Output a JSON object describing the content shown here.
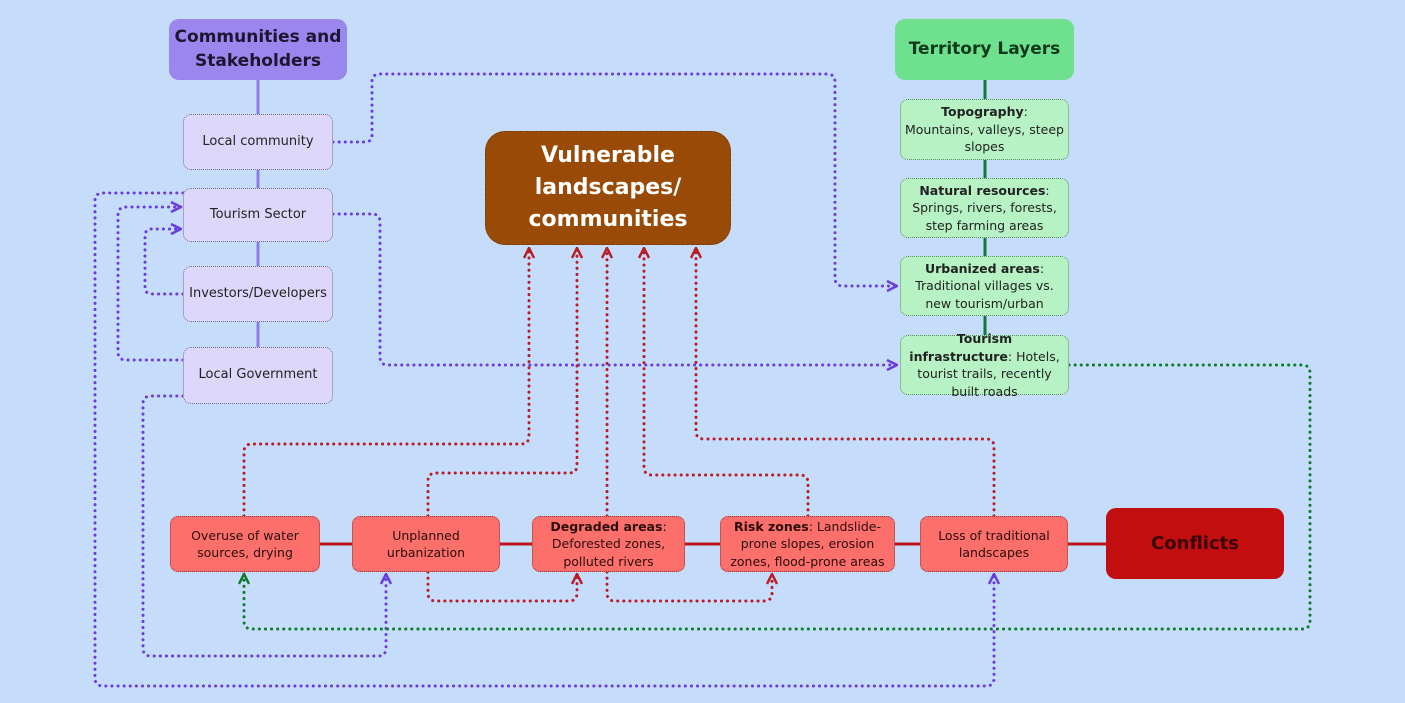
{
  "headers": {
    "communities": "Communities and Stakeholders",
    "territory": "Territory Layers",
    "vulnerable": "Vulnerable landscapes/ communities",
    "conflicts": "Conflicts"
  },
  "stakeholders": [
    "Local community",
    "Tourism Sector",
    "Investors/Developers",
    "Local Government"
  ],
  "layers": [
    {
      "bold": "Topography",
      "text": ": Mountains, valleys, steep slopes"
    },
    {
      "bold": "Natural resources",
      "text": ": Springs, rivers, forests, step farming areas"
    },
    {
      "bold": "Urbanized areas",
      "text": ": Traditional villages vs. new tourism/urban"
    },
    {
      "bold": "Tourism infrastructure",
      "text": ": Hotels, tourist trails, recently built roads"
    }
  ],
  "conflicts": [
    {
      "bold": "",
      "text": "Overuse of water sources, drying"
    },
    {
      "bold": "",
      "text": "Unplanned urbanization"
    },
    {
      "bold": "Degraded areas",
      "text": ": Deforested zones, polluted rivers"
    },
    {
      "bold": "Risk zones",
      "text": ": Landslide-prone slopes, erosion zones, flood-prone areas"
    },
    {
      "bold": "",
      "text": "Loss of traditional landscapes"
    }
  ],
  "colors": {
    "background": "#c6dcfb",
    "purple_link": "#6a3ce0",
    "red_link": "#b81c24",
    "green_link": "#0e7a2c",
    "stakeholder_spine": "#8c7ee6",
    "territory_spine": "#0f7a36",
    "conflict_spine": "#c0141c"
  }
}
